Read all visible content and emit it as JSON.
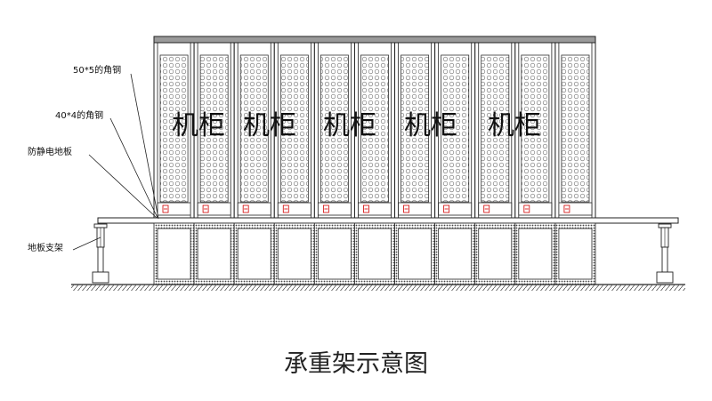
{
  "callouts": {
    "angle_steel_50": "50*5的角钢",
    "angle_steel_40": "40*4的角钢",
    "antistatic_floor": "防静电地板",
    "floor_support": "地板支架"
  },
  "cabinet_labels": [
    "机柜",
    "机柜",
    "机柜",
    "机柜",
    "机柜"
  ],
  "cabinet_count": 11,
  "caption": "承重架示意图",
  "colors": {
    "line": "#222222",
    "marker": "#d10000",
    "hatch": "#555555"
  }
}
